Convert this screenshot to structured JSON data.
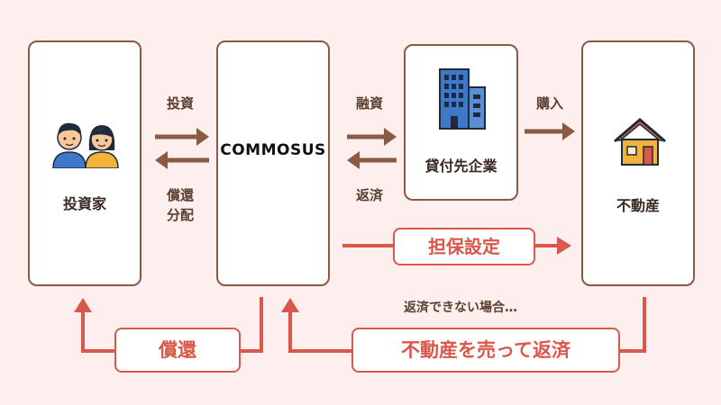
{
  "nodes": {
    "investor": "投資家",
    "commosus": "COMMOSUS",
    "borrower": "貸付先企業",
    "property": "不動産"
  },
  "edges": {
    "invest": "投資",
    "repay_distribute_line1": "償還",
    "repay_distribute_line2": "分配",
    "loan": "融資",
    "repayment": "返済",
    "purchase": "購入",
    "collateral": "担保設定",
    "redemption": "償還",
    "sell_and_repay": "不動産を売って返済",
    "default_note": "返済できない場合…"
  },
  "colors": {
    "brown": "#8a5a44",
    "red": "#d9574b",
    "background": "#fcefee"
  }
}
